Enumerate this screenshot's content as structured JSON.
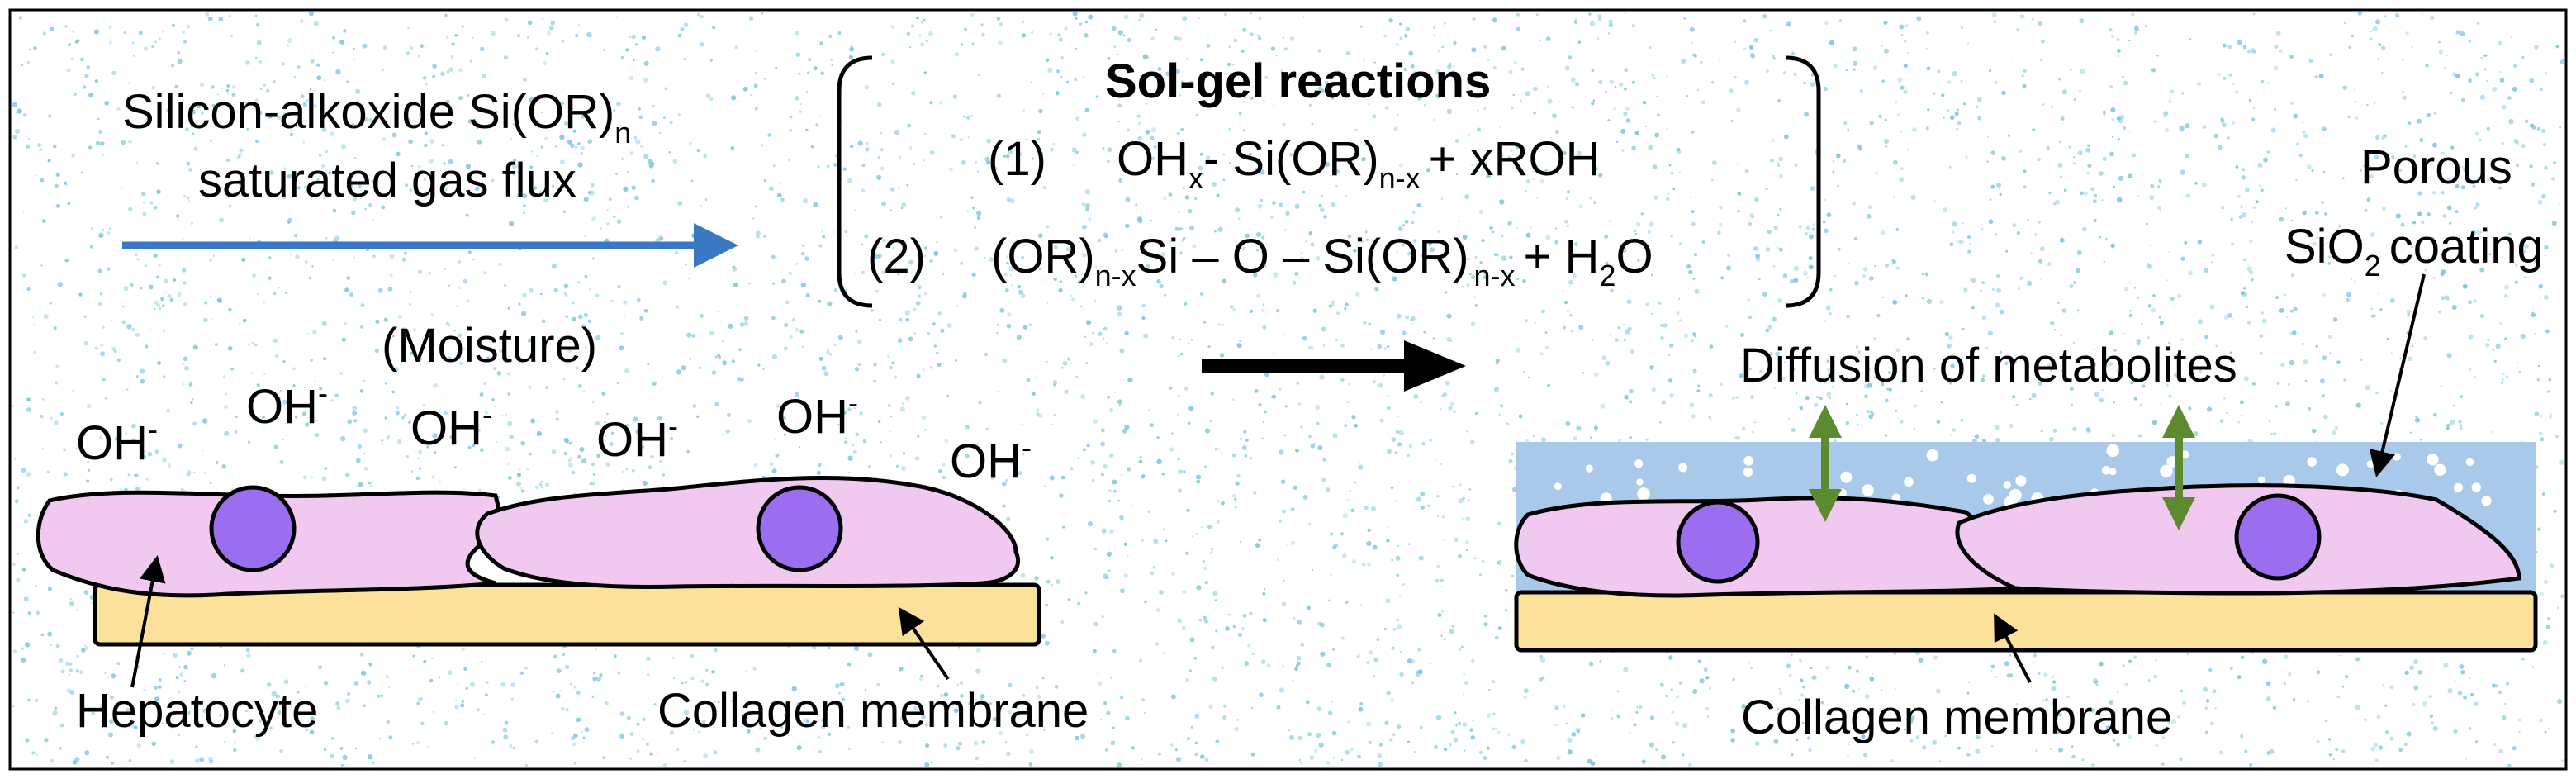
{
  "gas_flux": {
    "line1": "Silicon-alkoxide Si(OR)",
    "line1_sub": "n",
    "line2": "saturated gas flux"
  },
  "reactions": {
    "title": "Sol-gel reactions",
    "r1_num": "(1)",
    "r1_a": "OH",
    "r1_a_sub": "x",
    "r1_b": "- Si(OR)",
    "r1_b_sub": "n-x",
    "r1_c": "+ xROH",
    "r2_num": "(2)",
    "r2_a": "(OR)",
    "r2_a_sub": "n-x",
    "r2_b": "Si – O – Si(OR)",
    "r2_b_sub": "n-x",
    "r2_c": "+ H",
    "r2_c_sub": "2",
    "r2_d": "O"
  },
  "left_panel": {
    "moisture_label": "(Moisture)",
    "hydroxide": "OH",
    "hydroxide_charge": "-",
    "hepatocyte_label": "Hepatocyte",
    "collagen_label": "Collagen membrane"
  },
  "right_panel": {
    "porous_line1": "Porous",
    "porous_line2_a": "SiO",
    "porous_line2_sub": "2",
    "porous_line2_b": "coating",
    "diffusion_label": "Diffusion of metabolites",
    "collagen_label": "Collagen membrane"
  },
  "colors": {
    "speckle": "#7cc6dc",
    "flux_arrow": "#3a78c2",
    "cell_fill": "#f0c8f0",
    "nucleus_fill": "#9b6ef0",
    "membrane_fill": "#fbe19a",
    "coating_fill": "#a9c9eb",
    "diffusion_arrow": "#5c8a2e"
  }
}
